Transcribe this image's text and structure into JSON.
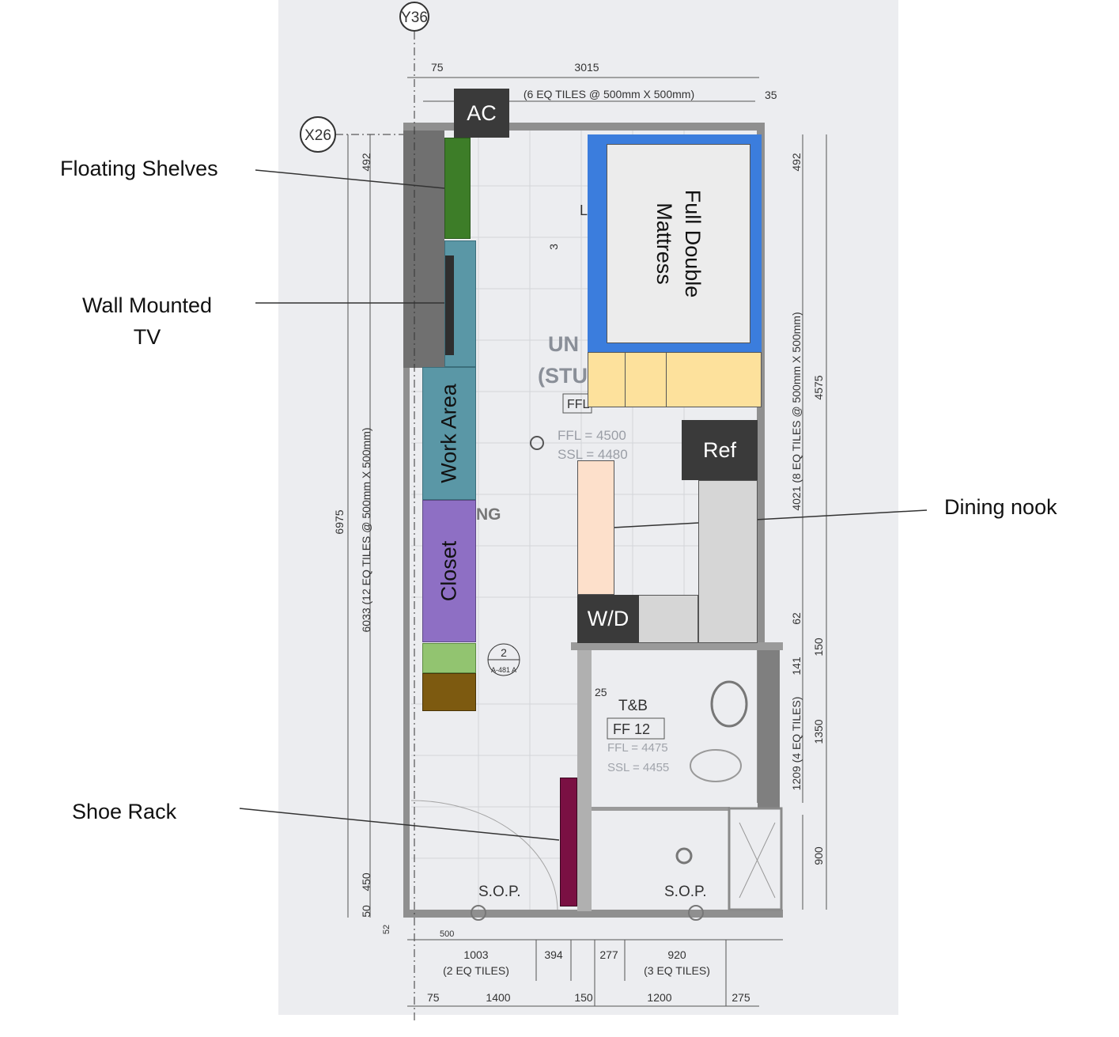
{
  "callouts": {
    "floating_shelves": "Floating Shelves",
    "wall_tv_line1": "Wall Mounted",
    "wall_tv_line2": "TV",
    "dining_nook": "Dining nook",
    "shoe_rack": "Shoe Rack"
  },
  "blocks": {
    "ac": "AC",
    "mattress_line1": "Full Double",
    "mattress_line2": "Mattress",
    "work_area": "Work Area",
    "closet": "Closet",
    "ref": "Ref",
    "wd": "W/D"
  },
  "plan_text": {
    "grid_y": "Y36",
    "grid_x": "X26",
    "top_dim": "3015",
    "top_tiles": "(6 EQ TILES @ 500mm X 500mm)",
    "top_left_offset": "75",
    "top_right_offset": "35",
    "left_total": "6975",
    "left_tiles": "6033 (12 EQ TILES @ 500mm X 500mm)",
    "left_top": "492",
    "left_b1": "450",
    "left_b2": "50",
    "left_b3": "52",
    "right_top": "492",
    "right_tiles": "4021 (8 EQ TILES @ 500mm X 500mm)",
    "right_total": "4575",
    "right_62": "62",
    "right_150": "150",
    "right_141": "141",
    "right_tiles2": "1209 (4 EQ TILES)",
    "right_1350": "1350",
    "right_900": "900",
    "room_un": "UN",
    "room_st": "(STU",
    "ffl_label": "FFL",
    "ffl_4500": "FFL = 4500",
    "ssl_4480": "SSL = 4480",
    "living_ng": "NG",
    "tb_label": "T&B",
    "tb_ff": "FF 12",
    "tb_ffl": "FFL = 4475",
    "tb_ssl": "SSL = 4455",
    "tb_25": "25",
    "mark_2": "2",
    "mark_sheet": "A-481 A",
    "sop1": "S.O.P.",
    "sop2": "S.O.P.",
    "b_500": "500",
    "b_1003": "1003",
    "b_394": "394",
    "b_277": "277",
    "b_920": "920",
    "b_2eq": "(2 EQ TILES)",
    "b_3eq": "(3 EQ TILES)",
    "b_75": "75",
    "b_1400": "1400",
    "b_150": "150",
    "b_1200": "1200",
    "b_275": "275",
    "l_mark": "L",
    "three_mark": "3"
  },
  "colors": {
    "shelves": "#3d7d28",
    "tv_unit": "#5a97a6",
    "work": "#5a97a6",
    "closet": "#8e6fc4",
    "light_green": "#92c470",
    "brown": "#7d5a10",
    "mattress_frame": "#3b7ddd",
    "mattress": "#ececec",
    "yellow": "#fde19c",
    "peach": "#fde0cb",
    "gray_counter": "#d6d6d6",
    "shoe_rack": "#7a1043",
    "dark_tag": "#3a3a3a"
  }
}
